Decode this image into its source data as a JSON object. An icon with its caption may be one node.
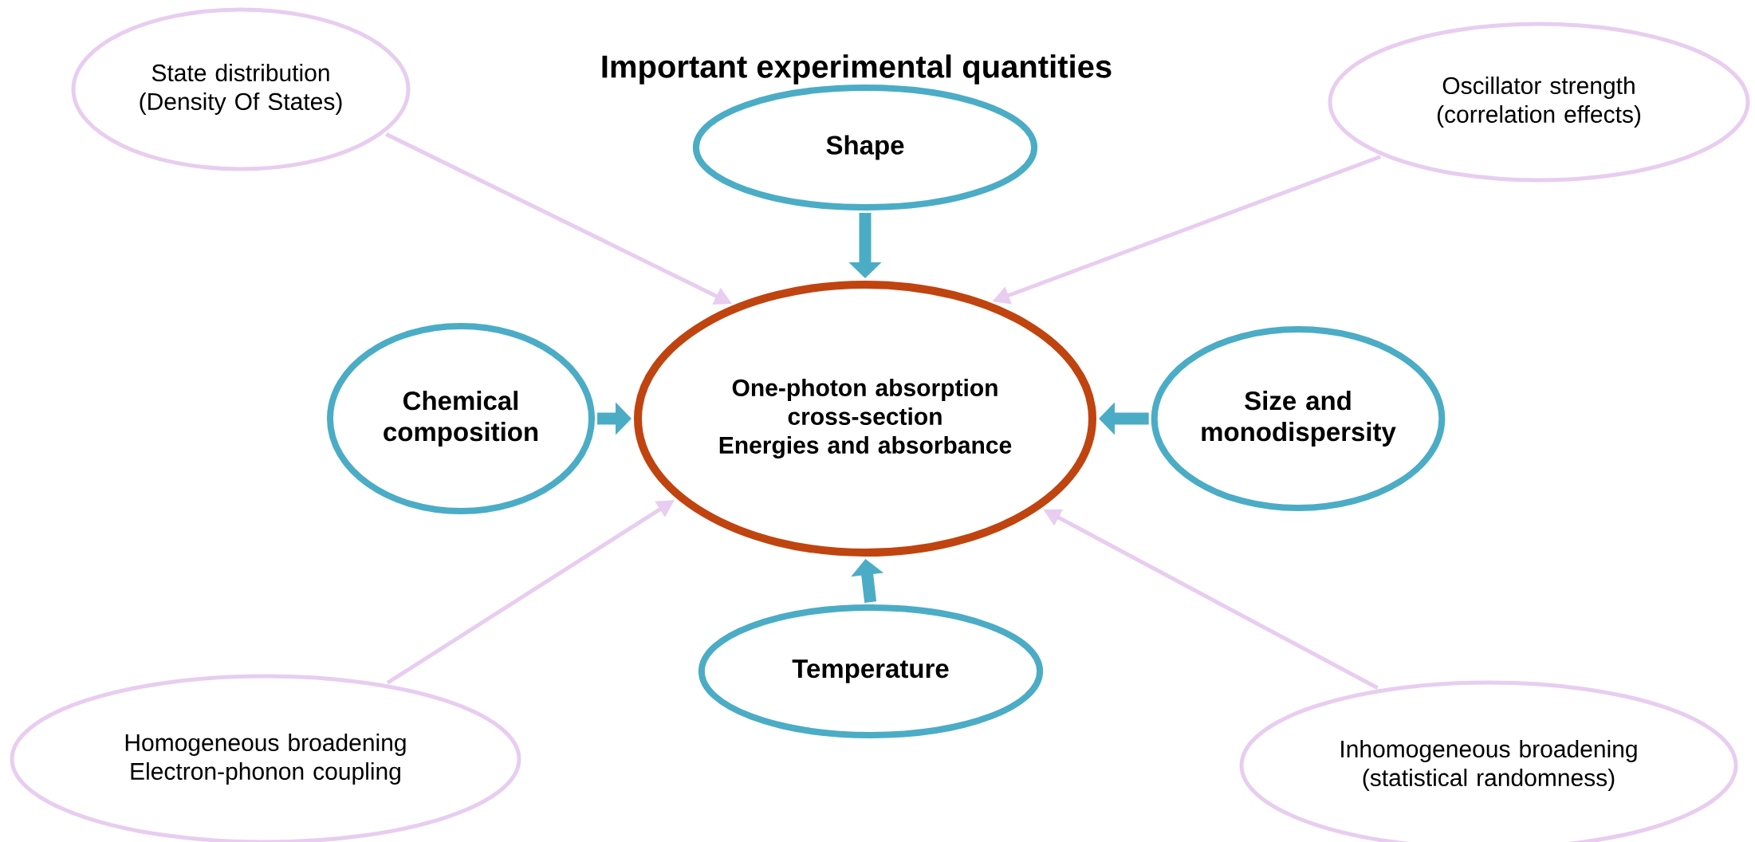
{
  "diagram": {
    "title": "Important experimental quantities",
    "nodes": [
      {
        "text": [
          "State distribution (Density Of States)"
        ]
      },
      {
        "text": [
          "Oscillator strength (correlation effects)"
        ]
      },
      {
        "text": [
          "Shape"
        ]
      },
      {
        "text": [
          "Chemical composition"
        ]
      },
      {
        "text": [
          "One-photon absorption cross-section",
          "Energies and absorbance"
        ]
      },
      {
        "text": [
          "Size and monodispersity"
        ]
      },
      {
        "text": [
          "Temperature"
        ]
      },
      {
        "text": [
          "Homogeneous broadening",
          "Electron-phonon coupling"
        ]
      },
      {
        "text": [
          "Inhomogeneous broadening (statistical randomness)"
        ]
      }
    ],
    "edges": [
      {
        "from": 0,
        "to": 4,
        "arrow": "to",
        "color": "#e8cdf0"
      },
      {
        "from": 1,
        "to": 4,
        "arrow": "to",
        "color": "#e8cdf0"
      },
      {
        "from": 2,
        "to": 4,
        "arrow": "to",
        "style": "thick",
        "color": "#4bacc6"
      },
      {
        "from": 3,
        "to": 4,
        "arrow": "to",
        "style": "thick",
        "color": "#4bacc6"
      },
      {
        "from": 5,
        "to": 4,
        "arrow": "to",
        "style": "thick",
        "color": "#4bacc6"
      },
      {
        "from": 6,
        "to": 4,
        "arrow": "to",
        "style": "thick",
        "color": "#4bacc6"
      },
      {
        "from": 7,
        "to": 4,
        "arrow": "to",
        "color": "#e8cdf0"
      },
      {
        "from": 8,
        "to": 4,
        "arrow": "to",
        "color": "#e8cdf0"
      }
    ]
  }
}
